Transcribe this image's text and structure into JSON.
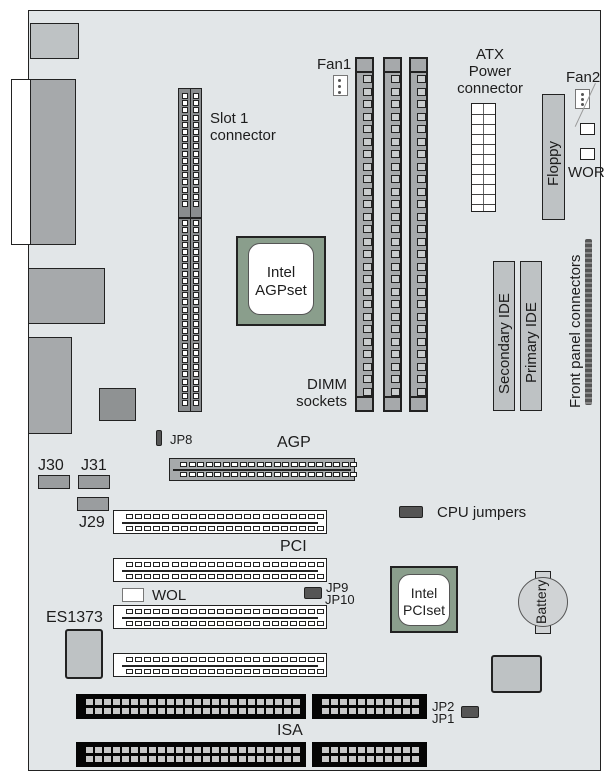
{
  "title": "Motherboard layout diagram",
  "labels": {
    "slot1_line1": "Slot 1",
    "slot1_line2": "connector",
    "fan1": "Fan1",
    "fan2": "Fan2",
    "atx_line1": "ATX",
    "atx_line2": "Power",
    "atx_line3": "connector",
    "floppy": "Floppy",
    "wor": "WOR",
    "agpset_line1": "Intel",
    "agpset_line2": "AGPset",
    "dimm_line1": "DIMM",
    "dimm_line2": "sockets",
    "secondary_ide": "Secondary IDE",
    "primary_ide": "Primary IDE",
    "front_panel": "Front panel connectors",
    "jp8": "JP8",
    "agp": "AGP",
    "j30": "J30",
    "j31": "J31",
    "j29": "J29",
    "cpu_jumpers": "CPU jumpers",
    "pci": "PCI",
    "wol": "WOL",
    "jp9": "JP9",
    "jp10": "JP10",
    "pciset_line1": "Intel",
    "pciset_line2": "PCIset",
    "battery": "Battery",
    "es1373": "ES1373",
    "isa": "ISA",
    "jp2": "JP2",
    "jp1": "JP1"
  },
  "colors": {
    "board": "#e2e6e8",
    "chipset": "#8a9e8c",
    "component_gray": "#a6a9ab",
    "isa_slot": "#050505"
  }
}
